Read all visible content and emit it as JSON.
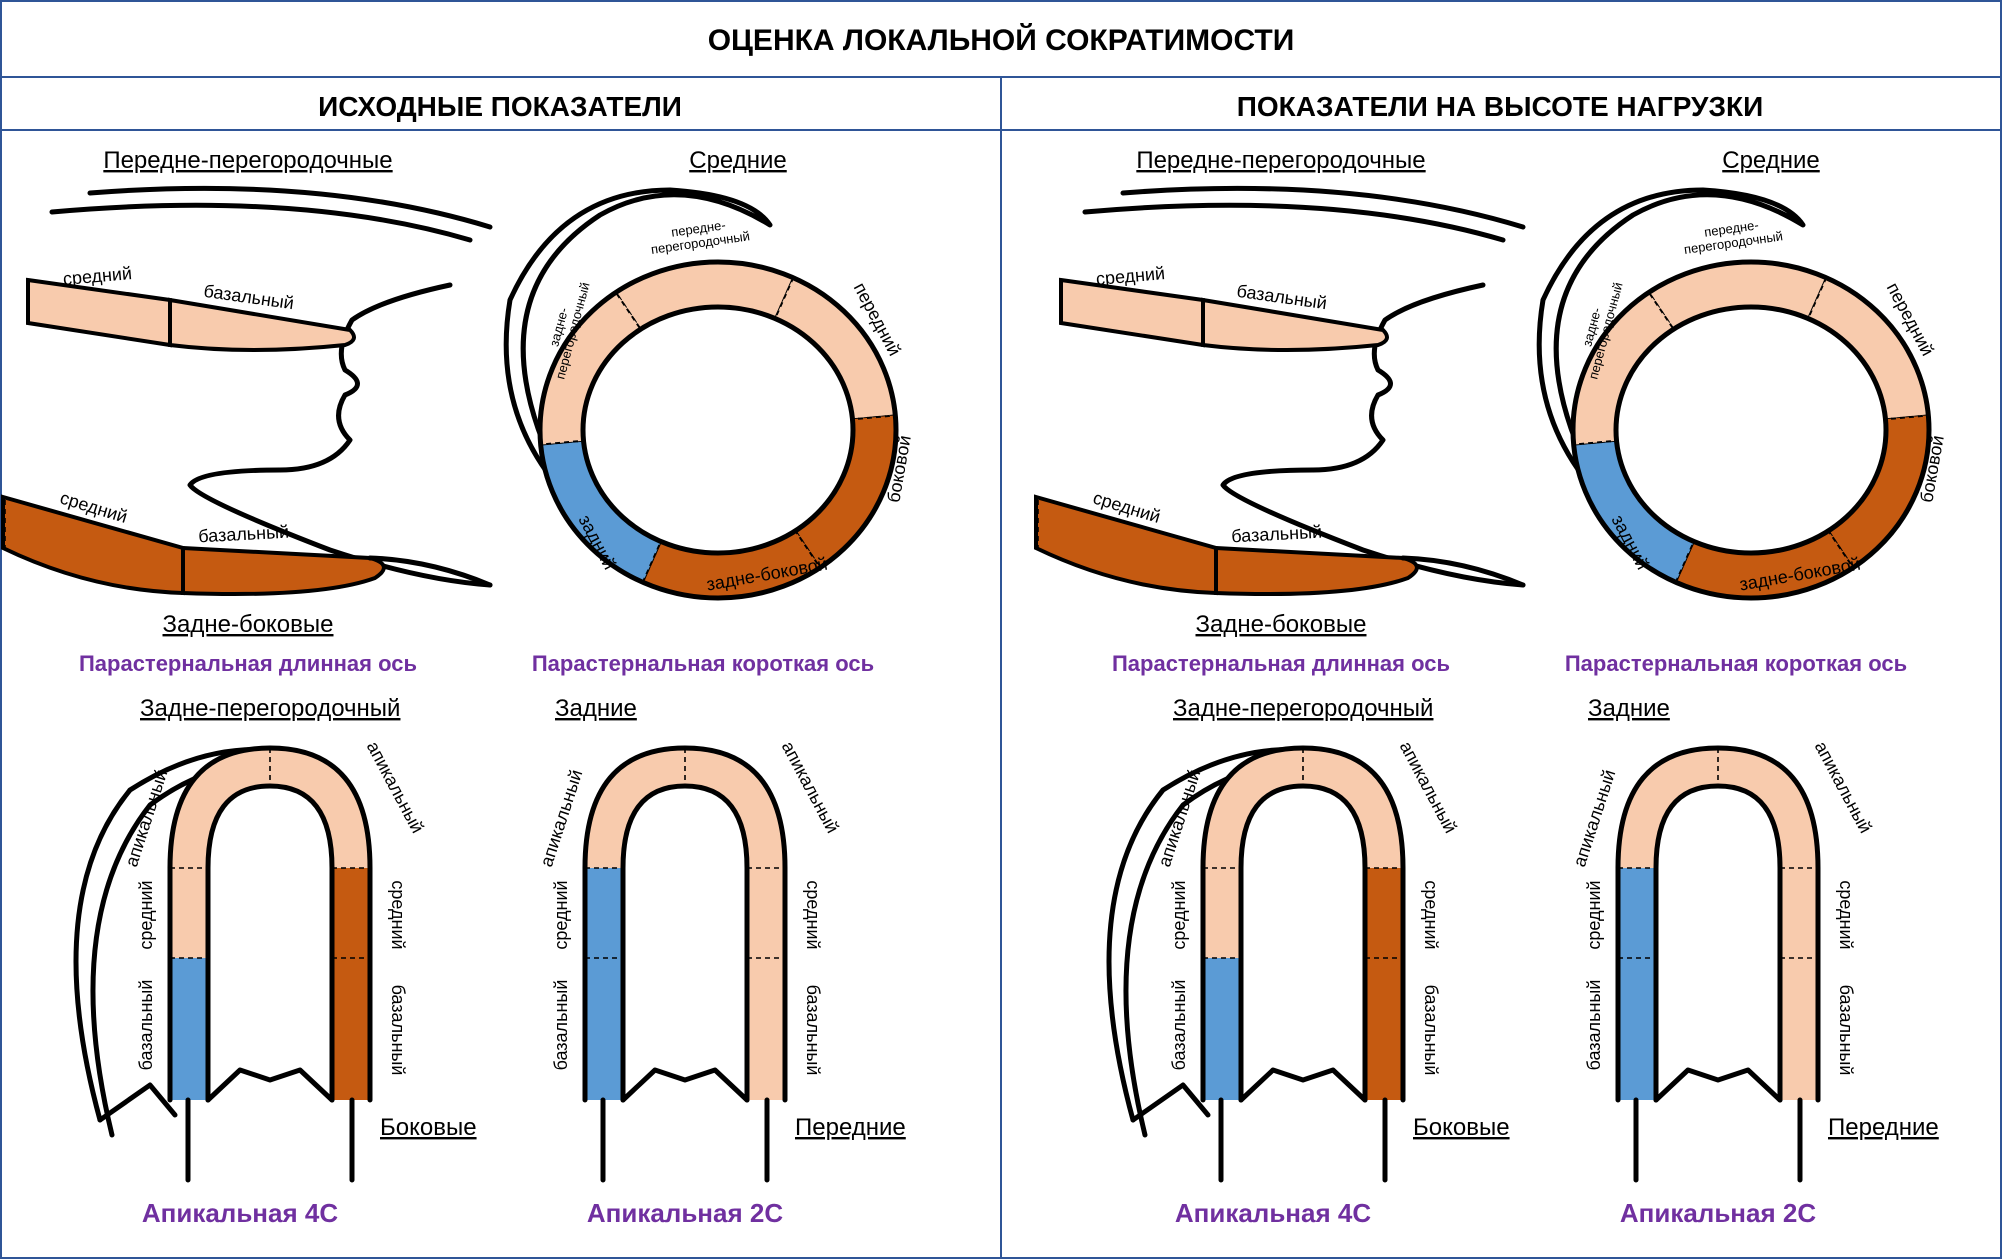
{
  "title": "ОЦЕНКА ЛОКАЛЬНОЙ СОКРАТИМОСТИ",
  "colors": {
    "normal": "#f8cbad",
    "hypokinesis": "#c55a11",
    "akinesis": "#5b9bd5",
    "frame": "#2f5597",
    "view_label": "#7030a0"
  },
  "panels": [
    {
      "id": "baseline",
      "heading": "ИСХОДНЫЕ ПОКАЗАТЕЛИ",
      "plax": {
        "top_group": "Передне-перегородочные",
        "top_mid": "средний",
        "top_basal": "базальный",
        "bottom_mid": "средний",
        "bottom_basal": "базальный",
        "bottom_group": "Задне-боковые",
        "view": "Парастернальная длинная ось",
        "state": {
          "top_mid": "normal",
          "top_basal": "normal",
          "bottom_mid": "hypokinesis",
          "bottom_basal": "hypokinesis"
        }
      },
      "psax": {
        "group": "Средние",
        "anteroseptal": "передне-\nперегородочный",
        "inferoseptal": "задне-\nперегородочный",
        "anterior": "передний",
        "lateral": "боковой",
        "inferolateral": "задне-боковой",
        "inferior": "задний",
        "view": "Парастернальная короткая ось",
        "state": {
          "anteroseptal": "normal",
          "inferoseptal": "normal",
          "anterior": "normal",
          "lateral": "hypokinesis",
          "inferolateral": "hypokinesis",
          "inferior": "akinesis"
        }
      },
      "a4c": {
        "group_top": "Задне-перегородочный",
        "left_apical": "апикальный",
        "left_mid": "средний",
        "left_basal": "базальный",
        "right_apical": "апикальный",
        "right_mid": "средний",
        "right_basal": "базальный",
        "group_bottom": "Боковые",
        "view": "Апикальная 4С",
        "state": {
          "left_apical": "normal",
          "left_mid": "normal",
          "left_basal": "akinesis",
          "right_apical": "normal",
          "right_mid": "hypokinesis",
          "right_basal": "hypokinesis"
        }
      },
      "a2c": {
        "group_top": "Задние",
        "left_apical": "апикальный",
        "left_mid": "средний",
        "left_basal": "базальный",
        "right_apical": "апикальный",
        "right_mid": "средний",
        "right_basal": "базальный",
        "group_bottom": "Передние",
        "view": "Апикальная 2С",
        "state": {
          "left_apical": "normal",
          "left_mid": "akinesis",
          "left_basal": "akinesis",
          "right_apical": "normal",
          "right_mid": "normal",
          "right_basal": "normal"
        }
      }
    },
    {
      "id": "stress",
      "heading": "ПОКАЗАТЕЛИ НА ВЫСОТЕ НАГРУЗКИ",
      "plax": {
        "top_group": "Передне-перегородочные",
        "top_mid": "средний",
        "top_basal": "базальный",
        "bottom_mid": "средний",
        "bottom_basal": "базальный",
        "bottom_group": "Задне-боковые",
        "view": "Парастернальная длинная ось",
        "state": {
          "top_mid": "normal",
          "top_basal": "normal",
          "bottom_mid": "hypokinesis",
          "bottom_basal": "hypokinesis"
        }
      },
      "psax": {
        "group": "Средние",
        "anteroseptal": "передне-\nперегородочный",
        "inferoseptal": "задне-\nперегородочный",
        "anterior": "передний",
        "lateral": "боковой",
        "inferolateral": "задне-боковой",
        "inferior": "задний",
        "view": "Парастернальная короткая ось",
        "state": {
          "anteroseptal": "normal",
          "inferoseptal": "normal",
          "anterior": "normal",
          "lateral": "hypokinesis",
          "inferolateral": "hypokinesis",
          "inferior": "akinesis"
        }
      },
      "a4c": {
        "group_top": "Задне-перегородочный",
        "left_apical": "апикальный",
        "left_mid": "средний",
        "left_basal": "базальный",
        "right_apical": "апикальный",
        "right_mid": "средний",
        "right_basal": "базальный",
        "group_bottom": "Боковые",
        "view": "Апикальная 4С",
        "state": {
          "left_apical": "normal",
          "left_mid": "normal",
          "left_basal": "akinesis",
          "right_apical": "normal",
          "right_mid": "hypokinesis",
          "right_basal": "hypokinesis"
        }
      },
      "a2c": {
        "group_top": "Задние",
        "left_apical": "апикальный",
        "left_mid": "средний",
        "left_basal": "базальный",
        "right_apical": "апикальный",
        "right_mid": "средний",
        "right_basal": "базальный",
        "group_bottom": "Передние",
        "view": "Апикальная 2С",
        "state": {
          "left_apical": "normal",
          "left_mid": "akinesis",
          "left_basal": "akinesis",
          "right_apical": "normal",
          "right_mid": "normal",
          "right_basal": "normal"
        }
      }
    }
  ]
}
